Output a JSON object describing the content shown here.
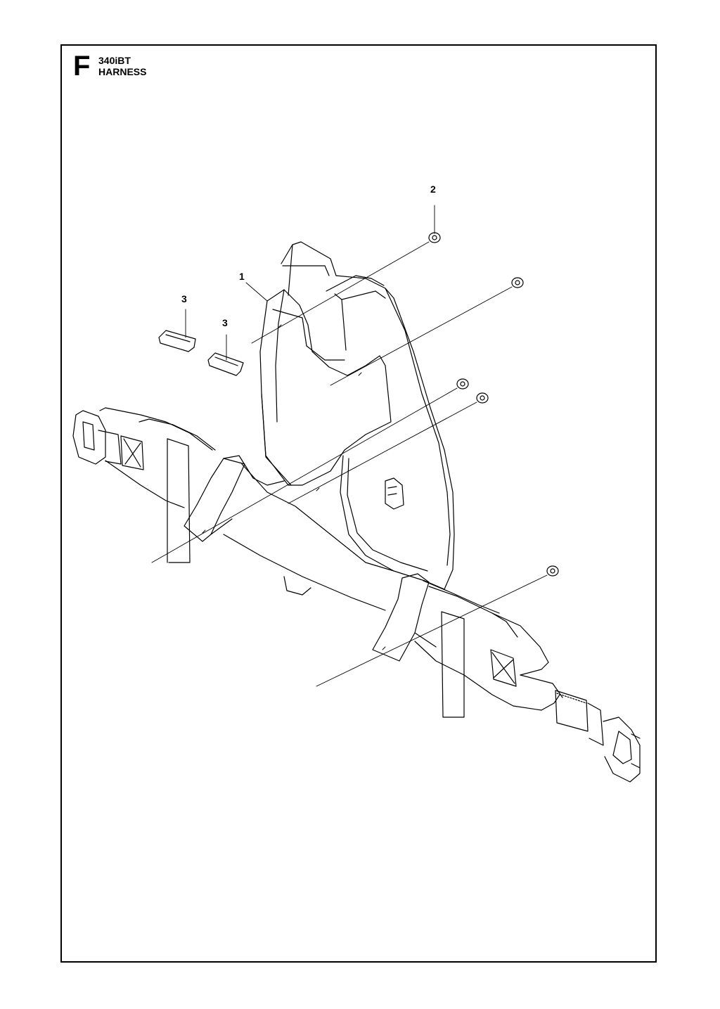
{
  "header": {
    "section_letter": "F",
    "model": "340iBT",
    "title": "HARNESS"
  },
  "callouts": [
    {
      "id": "callout-1",
      "number": "1"
    },
    {
      "id": "callout-2",
      "number": "2"
    },
    {
      "id": "callout-3a",
      "number": "3"
    },
    {
      "id": "callout-3b",
      "number": "3"
    }
  ]
}
